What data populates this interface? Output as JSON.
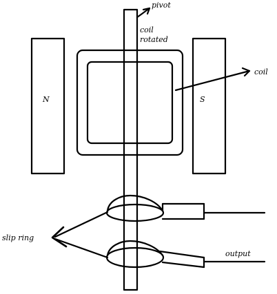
{
  "labels": {
    "pivot": "pivot",
    "coil_rotated_line1": "coil",
    "coil_rotated_line2": "rotated",
    "coil": "coil",
    "north": "N",
    "south": "S",
    "slip_ring": "slip ring",
    "output": "output"
  }
}
